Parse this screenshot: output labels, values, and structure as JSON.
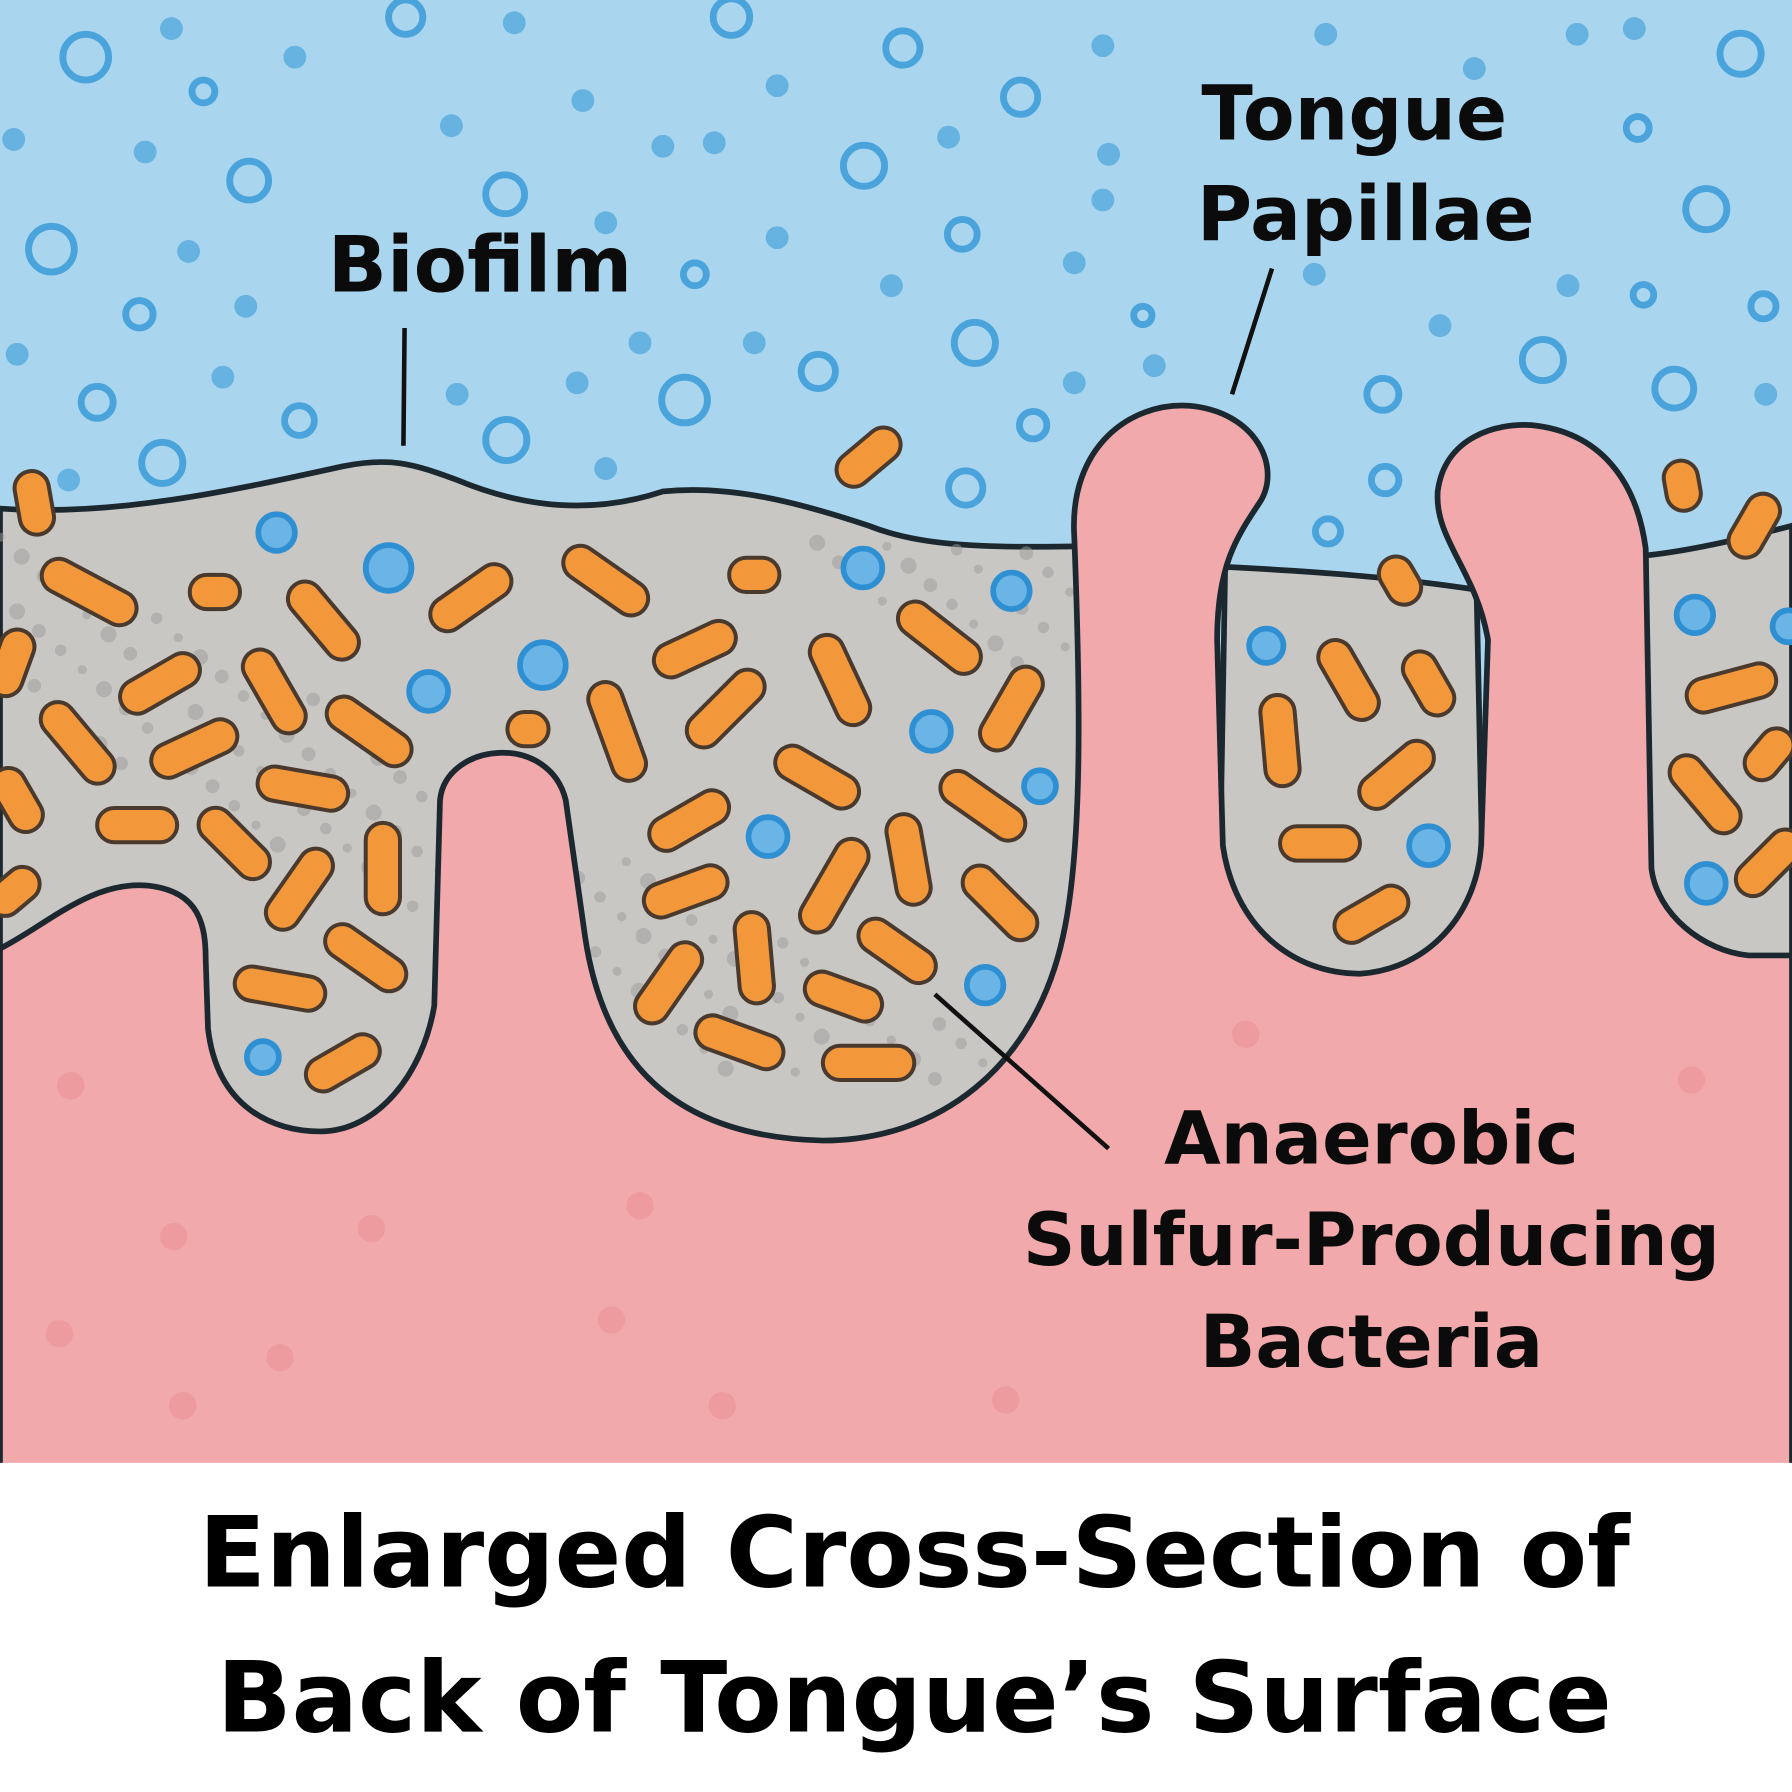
{
  "labels": {
    "biofilm": "Biofilm",
    "papillae_line1": "Tongue",
    "papillae_line2": "Papillae",
    "bacteria_line1": "Anaerobic",
    "bacteria_line2": "Sulfur-Producing",
    "bacteria_line3": "Bacteria"
  },
  "title": {
    "line1": "Enlarged Cross-Section of",
    "line2": "Back of Tongue’s Surface"
  },
  "colors": {
    "saliva": "#a9d6ee",
    "bubble": "#4aa3db",
    "tissue": "#f1a9ab",
    "biofilm": "#c9c7c4",
    "bacteria": "#f2973a",
    "outline": "#1c2830"
  }
}
